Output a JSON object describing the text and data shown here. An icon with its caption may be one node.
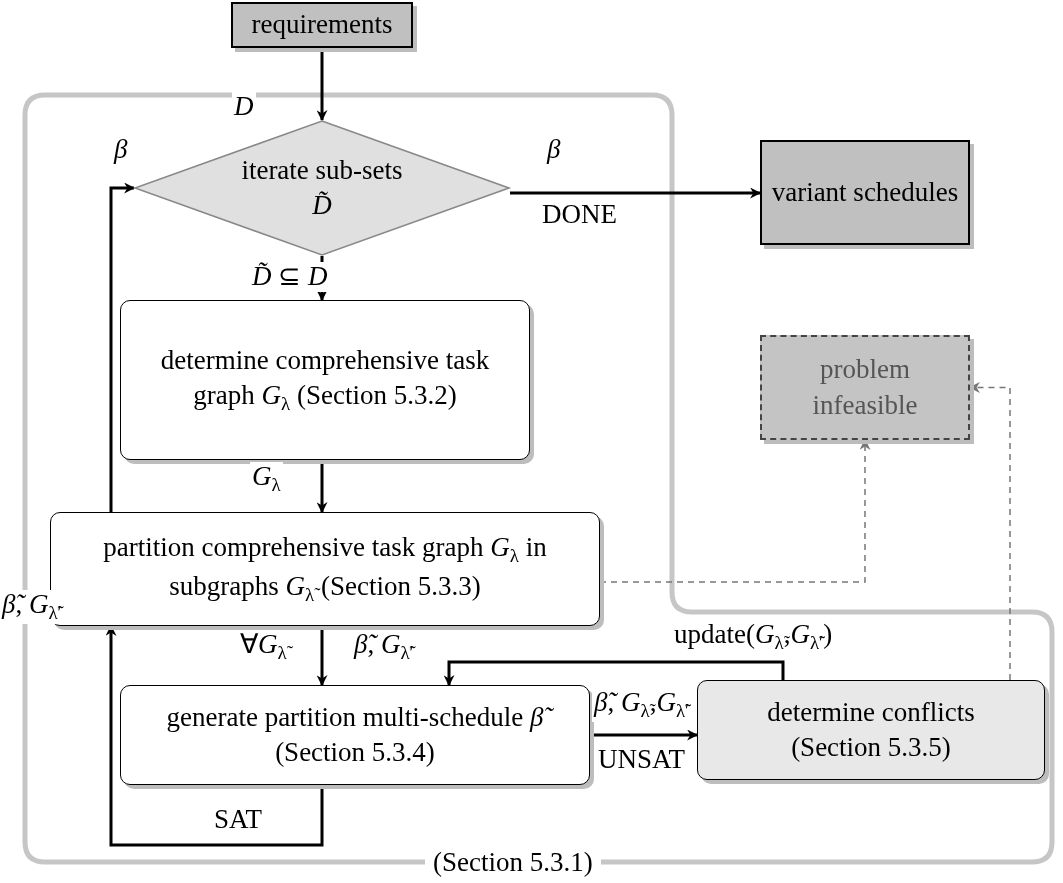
{
  "diagram": {
    "nodes": [
      {
        "text": [
          "requirements"
        ]
      },
      {
        "text": [
          "(Section 5.3.1)"
        ]
      },
      {
        "text": [
          "iterate sub-sets *D̃*"
        ],
        "in": 1
      },
      {
        "text": [
          "variant schedules"
        ]
      },
      {
        "text": [
          "determine comprehensive task graph *G*$_{λ}$ (Section 5.3.2)"
        ],
        "in": 1
      },
      {
        "text": [
          "problem infeasible"
        ]
      },
      {
        "text": [
          "partition comprehensive task graph *G*$_{λ}$ in subgraphs *G*$_{λ̃}$ (Section 5.3.3)"
        ],
        "in": 1
      },
      {
        "text": [
          "generate partition multi-schedule *β̃* (Section 5.3.4)"
        ],
        "in": 1
      },
      {
        "text": [
          "determine conflicts (Section 5.3.5)"
        ],
        "in": 1
      }
    ],
    "edges": [
      {
        "from": 0,
        "to": 2,
        "arrow": "to",
        "label": "*D*"
      },
      {
        "from": 2,
        "to": 3,
        "arrow": "to",
        "label": "*β*"
      },
      {
        "from": 2,
        "to": 4,
        "arrow": "to",
        "label": "*D̃* ⊆ *D*"
      },
      {
        "from": 4,
        "to": 6,
        "arrow": "to",
        "label": "*G*$_{λ}$"
      },
      {
        "from": 6,
        "to": 7,
        "arrow": "to",
        "label": "∀*G*$_{λ̃}$"
      },
      {
        "from": 8,
        "to": 7,
        "arrow": "to",
        "label": "*β̃*, *G*$_{λ̃′}$"
      },
      {
        "from": 7,
        "to": 8,
        "arrow": "to",
        "label": "*β̃*, *G*$_{λ̃}$,*G*$_{λ̃′}$"
      },
      {
        "from": 7,
        "to": 6,
        "arrow": "to",
        "label": "*β̃*, *G*$_{λ̃′}$"
      },
      {
        "from": 6,
        "to": 2,
        "arrow": "to",
        "label": "*β*"
      },
      {
        "from": 6,
        "to": 5,
        "arrow": "to",
        "style": "dashed",
        "color": "#777777"
      },
      {
        "from": 8,
        "to": 5,
        "arrow": "to",
        "style": "dashed",
        "color": "#777777"
      }
    ],
    "labels": [
      "DONE",
      "update(*G*$_{λ̃}$,*G*$_{λ̃′}$)",
      "UNSAT",
      "SAT"
    ]
  }
}
